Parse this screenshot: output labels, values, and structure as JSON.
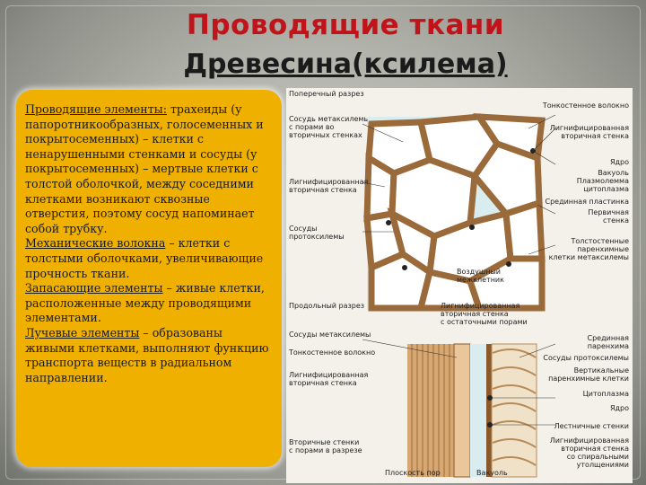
{
  "title": {
    "line1": "Проводящие ткани",
    "line2": "Древесина(ксилема)"
  },
  "body_text": {
    "p1_term": "Проводящие элементы:",
    "p1_text": " трахеиды (у папоротникообразных, голосеменных и покрытосеменных) – клетки с ненарушенными стенками и сосуды (у покрытосеменных) – мертвые клетки с толстой оболочкой, между соседними клетками возникают сквозные отверстия, поэтому сосуд напоминает собой трубку.",
    "p2_term": "Механические волокна",
    "p2_text": " – клетки с толстыми оболочками, увеличивающие прочность ткани.",
    "p3_term": "Запасающие элементы",
    "p3_text": " – живые клетки, расположенные между проводящими элементами.",
    "p4_term": "Лучевые элементы",
    "p4_text": " – образованы живыми клетками, выполняют функцию транспорта веществ в радиальном направлении."
  },
  "figure": {
    "top_labels_left": {
      "cross_section": "Поперечный разрез",
      "metaxylem_vessel": "Сосудь метаксилемь\nс порами во\nвторичных стенках",
      "lignified_wall": "Лигнифицированная\nвторичная стенка",
      "protoxylem_vessels": "Сосуды\nпротоксилемы",
      "air_gap": "Воздушный\nмежклетник"
    },
    "top_labels_right": {
      "thinwall_fiber": "Тонкостенное волокно",
      "lignified_secondary": "Лигнифицированная\nвторичная стенка",
      "nucleus": "Ядро",
      "cytoplasm": "Вакуоль\nПлазмолемма\nцитоплазма",
      "middle_lamella": "Срединная пластинка",
      "primary_wall": "Первичная\nстенка",
      "thick_parenchyma": "Толстостенные\nпаренхимные\nклетки метаксилемы"
    },
    "bottom_labels_left": {
      "long_section": "Продольный разрез",
      "metaxylem_vessels": "Сосуды метаксилемы",
      "thinwall_fiber": "Тонкостенное волокно",
      "lignified_wall": "Лигнифицированная\nвторичная стенка",
      "pits_wall": "Вторичные стенки\nс порами в разрезе",
      "pit_surface": "Плоскость пор"
    },
    "bottom_labels_center": {
      "lignified_spiral": "Лигнифицированная\nвторичная стенка\nс остаточными порами",
      "vessel_end": "Вакуоль"
    },
    "bottom_labels_right": {
      "middle_parenchyma": "Срединная\nпаренхима",
      "protoxylem": "Сосуды протоксилемы",
      "vertical_cells": "Вертикальные\nпаренхимные клетки",
      "cytoplasm": "Цитоплазма",
      "nucleus": "Ядро",
      "lateral_walls": "Лестничные стенки",
      "lignified_spiral": "Лигнифицированная\nвторичная стенка\nсо спиральными\nутолщениями"
    }
  }
}
